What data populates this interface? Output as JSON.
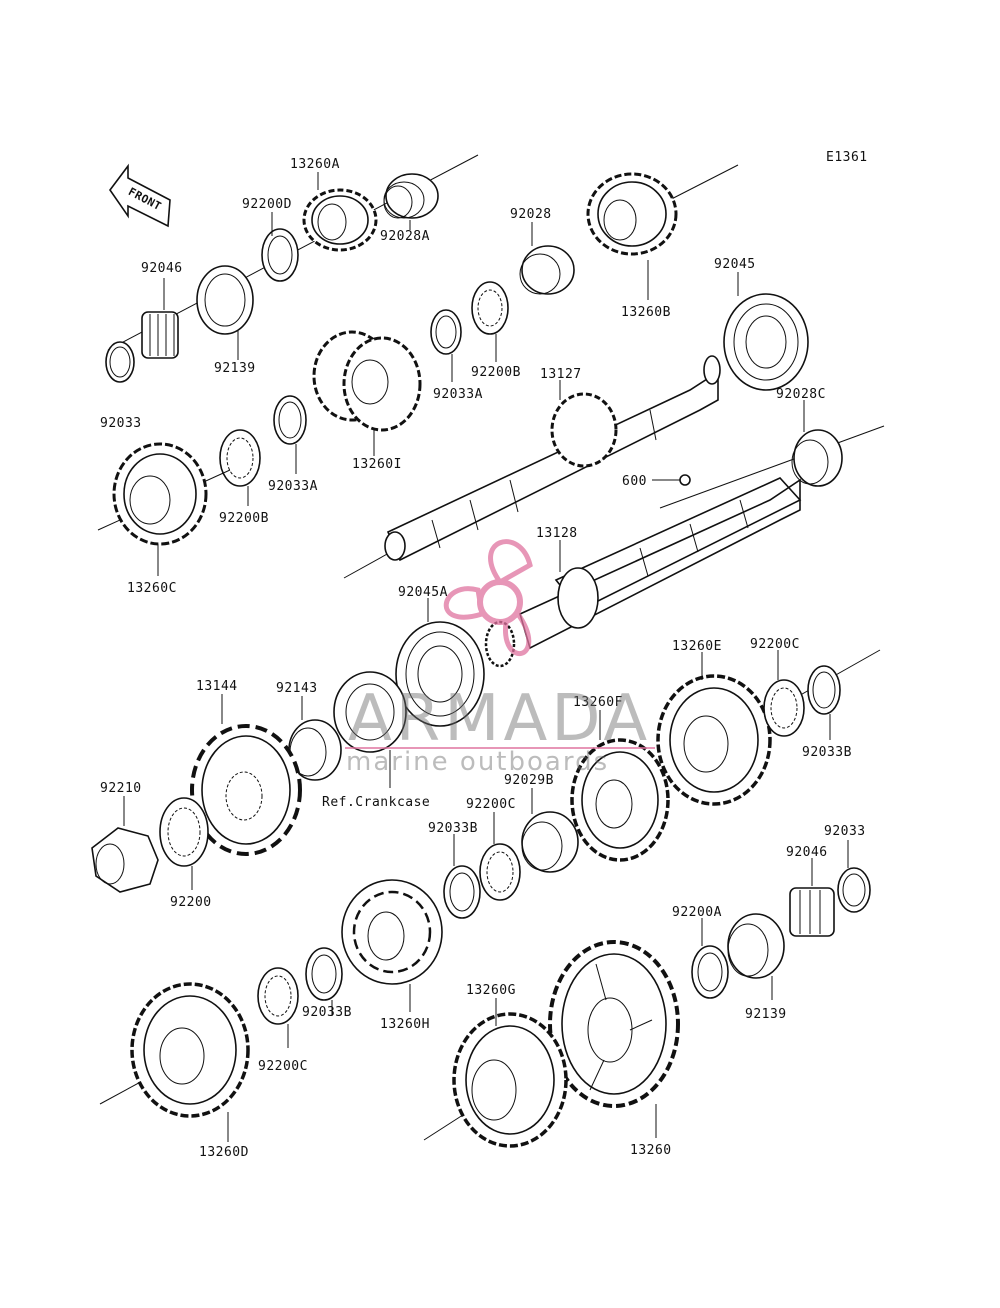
{
  "diagram_code": "E1361",
  "front_arrow_label": "FRONT",
  "reference_note": "Ref.Crankcase",
  "watermark": {
    "brand": "ARMADA",
    "tagline": "marine outboards",
    "color": "#e0739f"
  },
  "part_labels": {
    "p13260A": "13260A",
    "p92200D": "92200D",
    "p92028A": "92028A",
    "p92046_top": "92046",
    "p92139_top": "92139",
    "p92028": "92028",
    "p13260B": "13260B",
    "p92045": "92045",
    "p92033A_a": "92033A",
    "p92200B_a": "92200B",
    "p13127": "13127",
    "p92028C": "92028C",
    "p92033_top": "92033",
    "p92200B_b": "92200B",
    "p92033A_b": "92033A",
    "p13260I": "13260I",
    "p600": "600",
    "p13260C": "13260C",
    "p13128": "13128",
    "p92045A": "92045A",
    "p13144": "13144",
    "p92143": "92143",
    "p13260E": "13260E",
    "p92200C_a": "92200C",
    "p13260F": "13260F",
    "p92033B_a": "92033B",
    "p92210": "92210",
    "p92029B": "92029B",
    "p92200C_b": "92200C",
    "p92033B_b": "92033B",
    "p92200": "92200",
    "p92033_bot": "92033",
    "p92046_bot": "92046",
    "p92200A": "92200A",
    "p92139_bot": "92139",
    "p13260G": "13260G",
    "p13260H": "13260H",
    "p92033B_c": "92033B",
    "p92200C_c": "92200C",
    "p13260D": "13260D",
    "p13260": "13260"
  }
}
